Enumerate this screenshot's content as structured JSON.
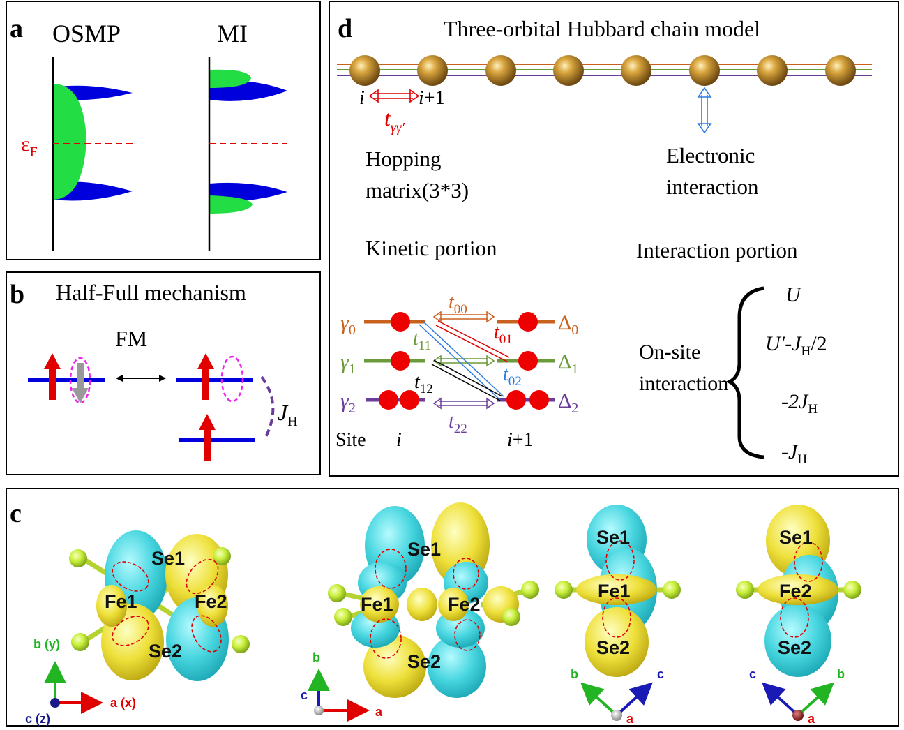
{
  "panel_a": {
    "letter": "a",
    "left_title": "OSMP",
    "right_title": "MI",
    "fermi_symbol": "ε",
    "fermi_sub": "F"
  },
  "panel_b": {
    "letter": "b",
    "title": "Half-Full mechanism",
    "fm_label": "FM",
    "jh_symbol": "J",
    "jh_sub": "H"
  },
  "panel_c": {
    "letter": "c",
    "view1": {
      "se1": "Se1",
      "se2": "Se2",
      "fe1": "Fe1",
      "fe2": "Fe2",
      "axis_b": "b (y)",
      "axis_a": "a (x)",
      "axis_c": "c (z)"
    },
    "view2": {
      "se1": "Se1",
      "se2": "Se2",
      "fe1": "Fe1",
      "fe2": "Fe2",
      "axis_b": "b",
      "axis_a": "a",
      "axis_c": "c"
    },
    "view3": {
      "se1": "Se1",
      "se2": "Se2",
      "fe": "Fe1",
      "axis_left": "b",
      "axis_right": "c",
      "axis_bottom": "a"
    },
    "view4": {
      "se1": "Se1",
      "se2": "Se2",
      "fe": "Fe2",
      "axis_left": "c",
      "axis_right": "b",
      "axis_bottom": "a"
    }
  },
  "panel_d": {
    "letter": "d",
    "title": "Three-orbital Hubbard chain model",
    "site_i": "i",
    "site_i1": "i",
    "site_i1_suffix": "+1",
    "hopping_t": "t",
    "hopping_sub": "γγ′",
    "hopping_line1": "Hopping",
    "hopping_line2": "matrix(3*3)",
    "electronic_line1": "Electronic",
    "electronic_line2": "interaction",
    "kinetic_portion": "Kinetic portion",
    "interaction_portion": "Interaction portion",
    "onsite_line1": "On-site",
    "onsite_line2": "interaction",
    "orbitals": [
      {
        "sym": "γ",
        "sub": "0",
        "delta": "Δ",
        "dsub": "0",
        "color": "#c8601e"
      },
      {
        "sym": "γ",
        "sub": "1",
        "delta": "Δ",
        "dsub": "1",
        "color": "#6a9a3a"
      },
      {
        "sym": "γ",
        "sub": "2",
        "delta": "Δ",
        "dsub": "2",
        "color": "#6a3d9a"
      }
    ],
    "hoppings": [
      {
        "t": "t",
        "sub": "00",
        "color": "#c8601e"
      },
      {
        "t": "t",
        "sub": "11",
        "color": "#6a9a3a"
      },
      {
        "t": "t",
        "sub": "01",
        "color": "#e00000"
      },
      {
        "t": "t",
        "sub": "02",
        "color": "#2b7be0"
      },
      {
        "t": "t",
        "sub": "12",
        "color": "#000000"
      },
      {
        "t": "t",
        "sub": "22",
        "color": "#6a3d9a"
      }
    ],
    "site_label": "Site",
    "site_left": "i",
    "site_right": "i",
    "site_right_suffix": "+1",
    "terms": [
      {
        "a": "U",
        "b": "",
        "c": "",
        "d": ""
      },
      {
        "a": "U′",
        "b": "-J",
        "c": "H",
        "d": "/2"
      },
      {
        "a": "-2J",
        "b": "",
        "c": "H",
        "d": ""
      },
      {
        "a": "-J",
        "b": "",
        "c": "H",
        "d": ""
      }
    ]
  },
  "colors": {
    "blue_dos": "#0000dd",
    "green_dos": "#22dd44",
    "red": "#e00000",
    "chain_brown": "#b8862a",
    "lobe_cyan": "#3fd6e0",
    "lobe_yellow": "#eee03a",
    "se_atom": "#c8ef3a"
  }
}
